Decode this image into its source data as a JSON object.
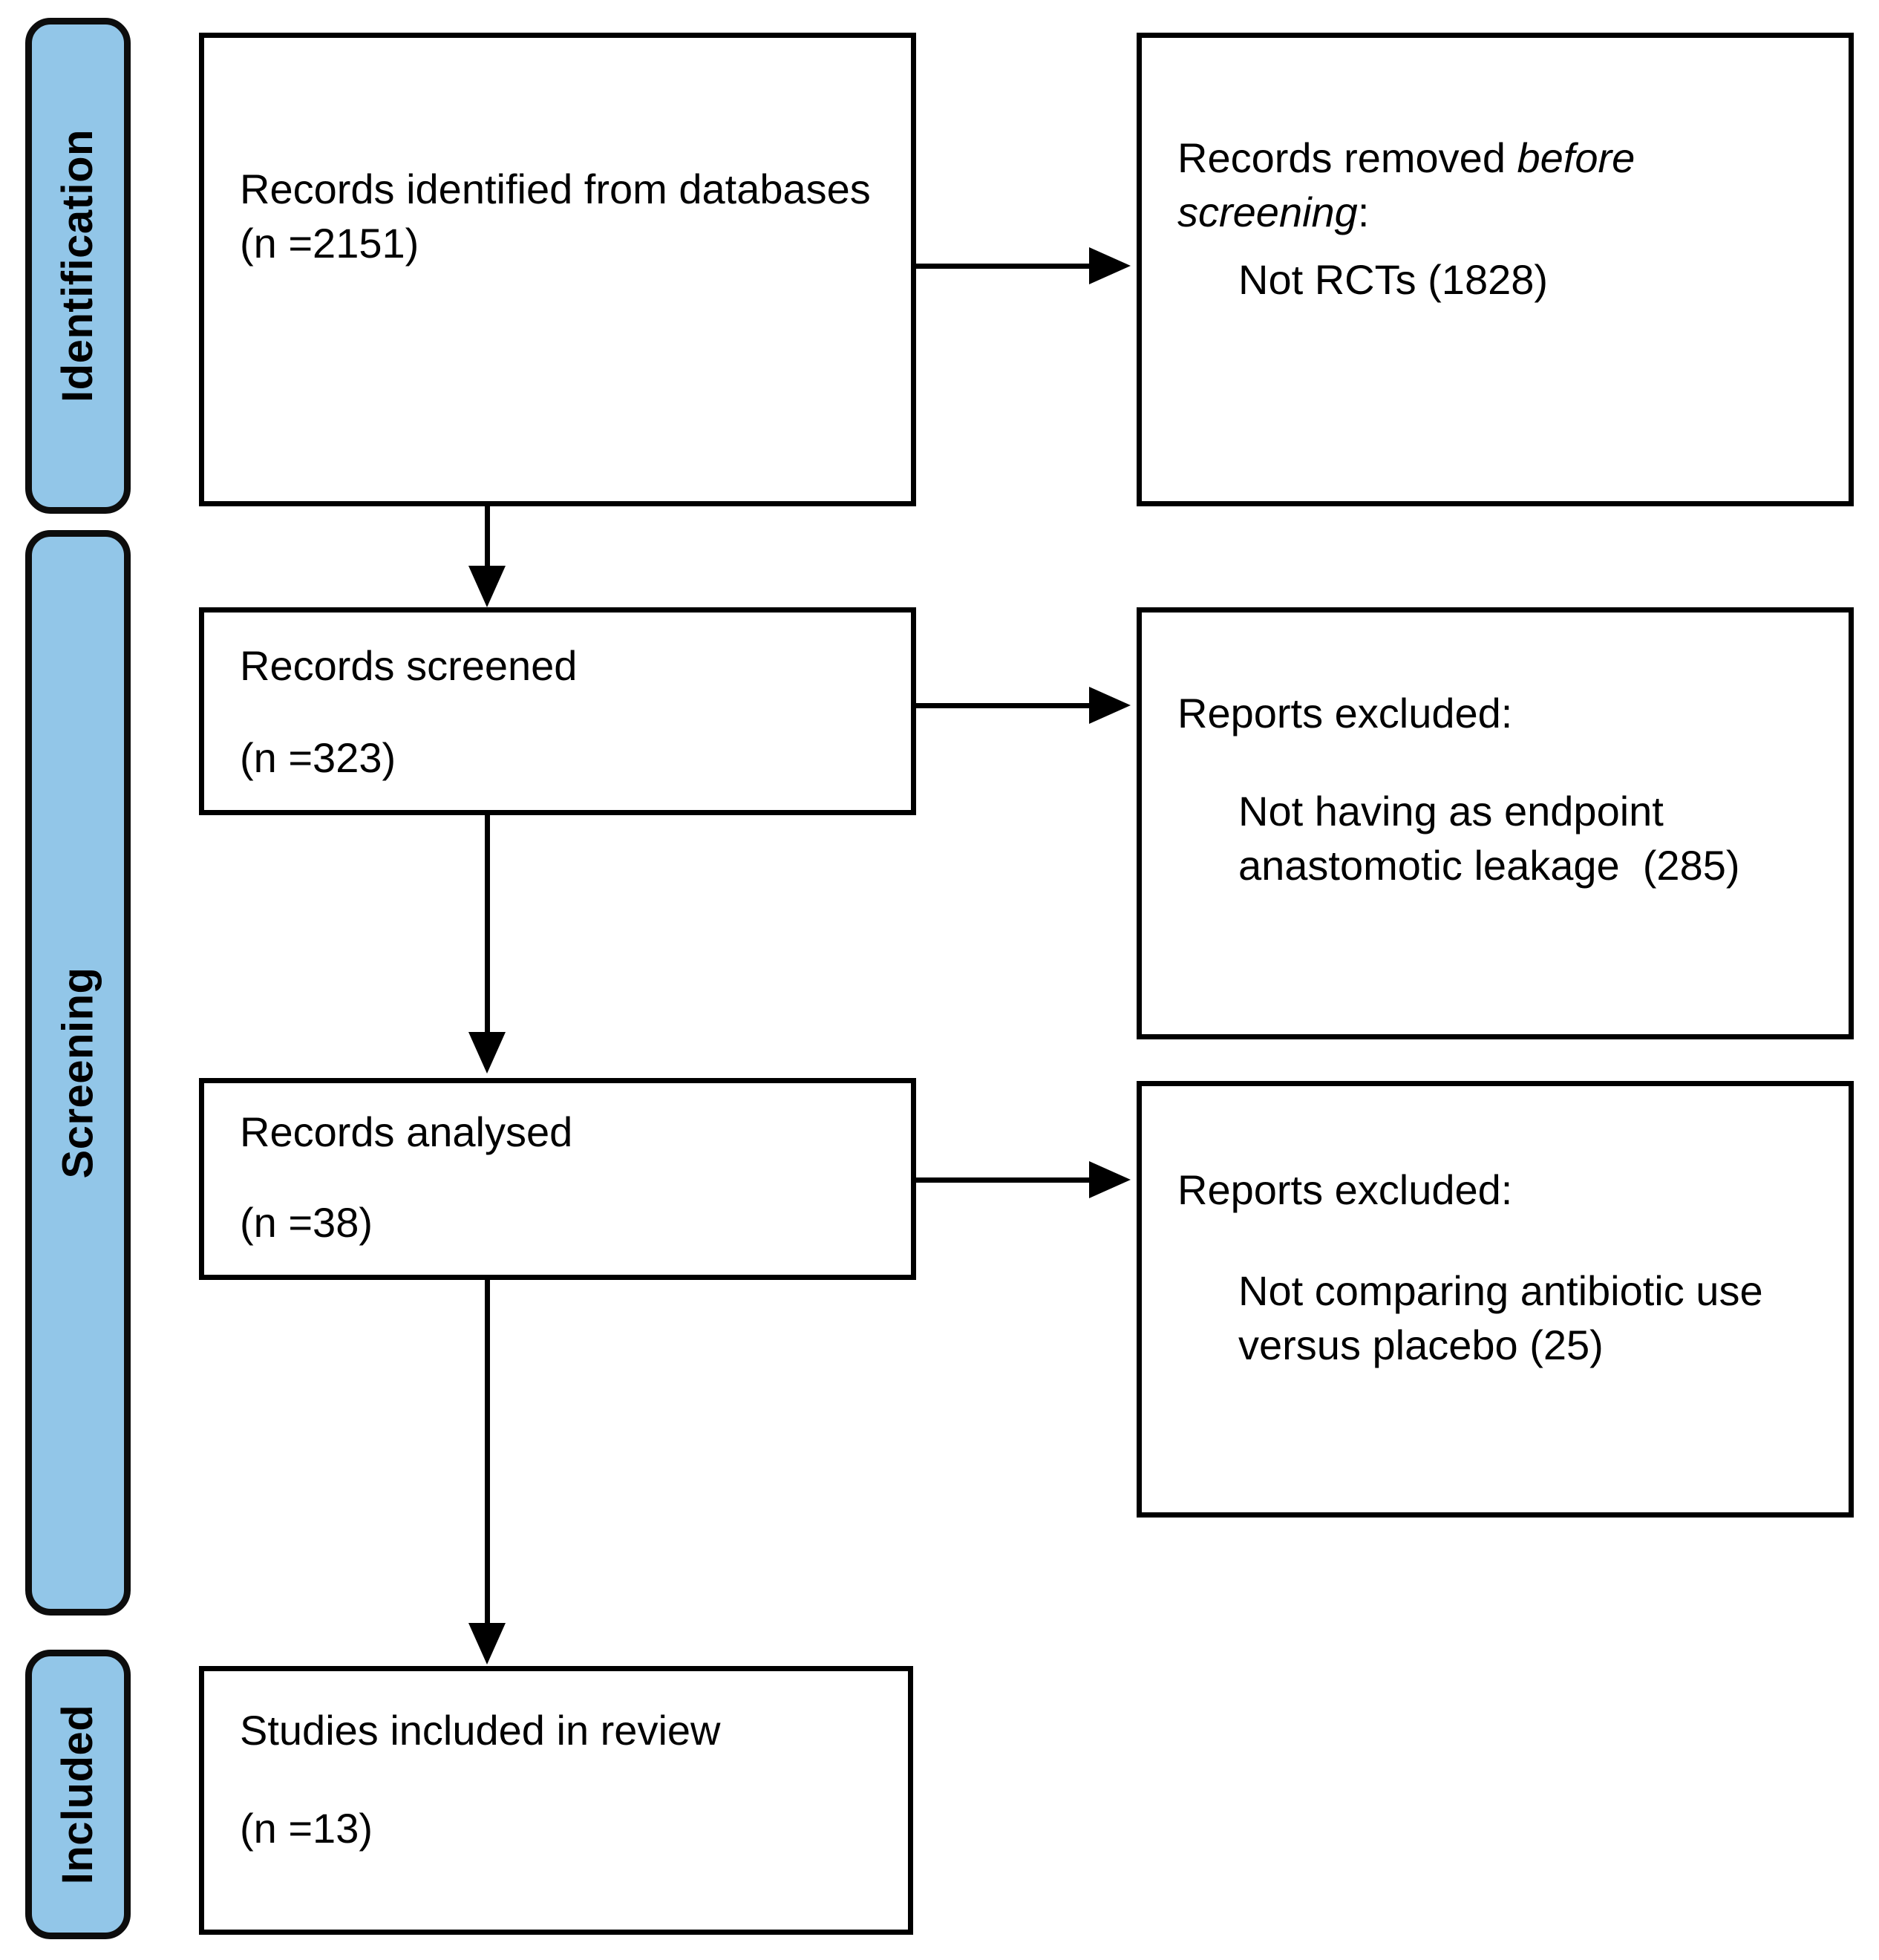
{
  "diagram": {
    "type": "prisma-flow-diagram",
    "accent_color": "#92c6e8",
    "line_color": "#000000",
    "background_color": "#ffffff"
  },
  "stages": [
    {
      "id": "identification",
      "label": "Identification"
    },
    {
      "id": "screening",
      "label": "Screening"
    },
    {
      "id": "included",
      "label": "Included"
    }
  ],
  "boxes": {
    "identified": {
      "text": "Records identified from databases (n =2151)",
      "count": 2151
    },
    "removed": {
      "heading_plain": "Records removed ",
      "heading_italic_1": "before",
      "heading_italic_2": "screening",
      "heading_colon": ":",
      "reason": "Not RCTs (1828)",
      "count": 1828
    },
    "screened": {
      "line1": "Records screened",
      "line2": "(n =323)",
      "count": 323
    },
    "excluded_1": {
      "heading": "Reports excluded:",
      "reason": "Not having as endpoint anastomotic leakage  (285)",
      "count": 285
    },
    "analysed": {
      "line1": "Records analysed",
      "line2": "(n =38)",
      "count": 38
    },
    "excluded_2": {
      "heading": "Reports excluded:",
      "reason": "Not comparing antibiotic use versus placebo (25)",
      "count": 25
    },
    "included": {
      "line1": "Studies included in review",
      "line2": "(n =13)",
      "count": 13
    }
  },
  "chart_data": {
    "type": "diagram",
    "title": "PRISMA flow diagram",
    "nodes": [
      {
        "id": "identified",
        "stage": "Identification",
        "label": "Records identified from databases",
        "n": 2151
      },
      {
        "id": "removed",
        "stage": "Identification",
        "label": "Records removed before screening: Not RCTs",
        "n": 1828
      },
      {
        "id": "screened",
        "stage": "Screening",
        "label": "Records screened",
        "n": 323
      },
      {
        "id": "excluded_1",
        "stage": "Screening",
        "label": "Reports excluded: Not having as endpoint anastomotic leakage",
        "n": 285
      },
      {
        "id": "analysed",
        "stage": "Screening",
        "label": "Records analysed",
        "n": 38
      },
      {
        "id": "excluded_2",
        "stage": "Screening",
        "label": "Reports excluded: Not comparing antibiotic use versus placebo",
        "n": 25
      },
      {
        "id": "included",
        "stage": "Included",
        "label": "Studies included in review",
        "n": 13
      }
    ],
    "edges": [
      {
        "from": "identified",
        "to": "removed",
        "direction": "right"
      },
      {
        "from": "identified",
        "to": "screened",
        "direction": "down"
      },
      {
        "from": "screened",
        "to": "excluded_1",
        "direction": "right"
      },
      {
        "from": "screened",
        "to": "analysed",
        "direction": "down"
      },
      {
        "from": "analysed",
        "to": "excluded_2",
        "direction": "right"
      },
      {
        "from": "analysed",
        "to": "included",
        "direction": "down"
      }
    ]
  }
}
